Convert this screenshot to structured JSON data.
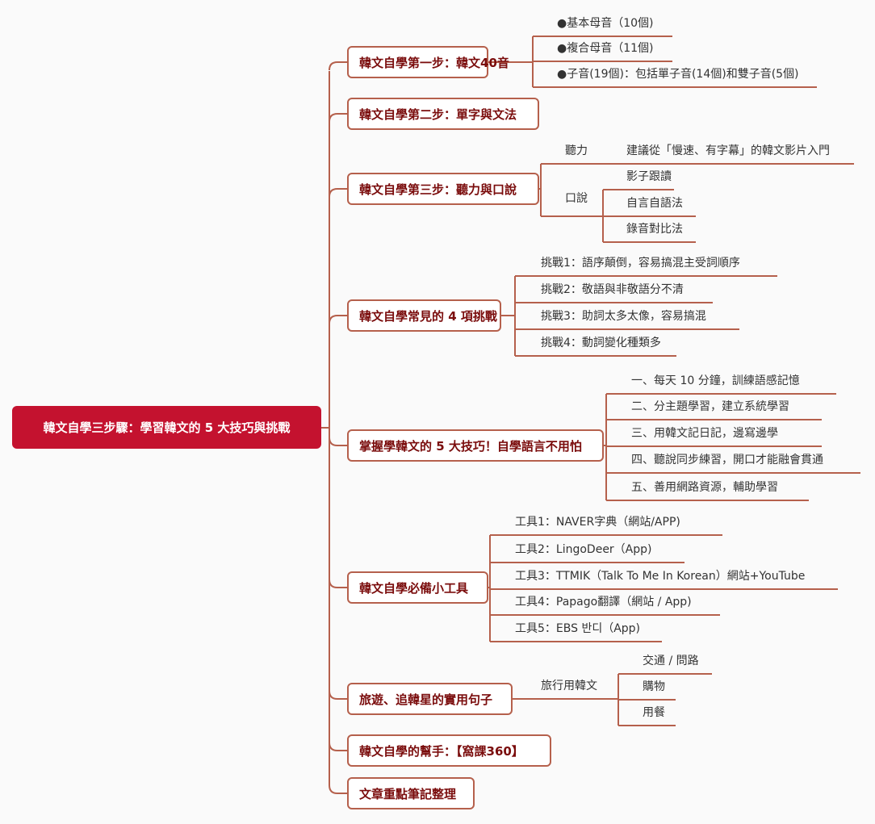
{
  "root": {
    "title": "韓文自學三步驟：學習韓文的 5 大技巧與挑戰"
  },
  "branches": [
    {
      "label": "韓文自學第一步：韓文40音",
      "children": [
        {
          "label": "●基本母音（10個)"
        },
        {
          "label": "●複合母音（11個)"
        },
        {
          "label": "●子音(19個)：包括單子音(14個)和雙子音(5個)"
        }
      ]
    },
    {
      "label": "韓文自學第二步：單字與文法",
      "children": []
    },
    {
      "label": "韓文自學第三步：聽力與口說",
      "children": [
        {
          "label": "聽力",
          "children": [
            {
              "label": "建議從「慢速、有字幕」的韓文影片入門"
            }
          ]
        },
        {
          "label": "口說",
          "children": [
            {
              "label": "影子跟讀"
            },
            {
              "label": "自言自語法"
            },
            {
              "label": "錄音對比法"
            }
          ]
        }
      ]
    },
    {
      "label": "韓文自學常見的 4 項挑戰",
      "children": [
        {
          "label": "挑戰1：語序顛倒，容易搞混主受詞順序"
        },
        {
          "label": "挑戰2：敬語與非敬語分不清"
        },
        {
          "label": "挑戰3：助詞太多太像，容易搞混"
        },
        {
          "label": "挑戰4：動詞變化種類多"
        }
      ]
    },
    {
      "label": "掌握學韓文的 5 大技巧！自學語言不用怕",
      "children": [
        {
          "label": "一、每天 10 分鐘，訓練語感記憶"
        },
        {
          "label": "二、分主題學習，建立系統學習"
        },
        {
          "label": "三、用韓文記日記，邊寫邊學"
        },
        {
          "label": "四、聽說同步練習，開口才能融會貫通"
        },
        {
          "label": "五、善用網路資源，輔助學習"
        }
      ]
    },
    {
      "label": "韓文自學必備小工具",
      "children": [
        {
          "label": "工具1：NAVER字典（網站/APP)"
        },
        {
          "label": "工具2：LingoDeer（App)"
        },
        {
          "label": "工具3：TTMIK（Talk To Me In Korean）網站+YouTube"
        },
        {
          "label": "工具4：Papago翻譯（網站 / App)"
        },
        {
          "label": "工具5：EBS 반디（App)"
        }
      ]
    },
    {
      "label": "旅遊、追韓星的實用句子",
      "children": [
        {
          "label": "旅行用韓文",
          "children": [
            {
              "label": "交通 / 問路"
            },
            {
              "label": "購物"
            },
            {
              "label": "用餐"
            }
          ]
        }
      ]
    },
    {
      "label": "韓文自學的幫手：【窩課360】",
      "children": []
    },
    {
      "label": "文章重點筆記整理",
      "children": []
    }
  ],
  "colors": {
    "root": "#c4122f",
    "line": "#b5604c",
    "node_text": "#7a0c0c"
  }
}
